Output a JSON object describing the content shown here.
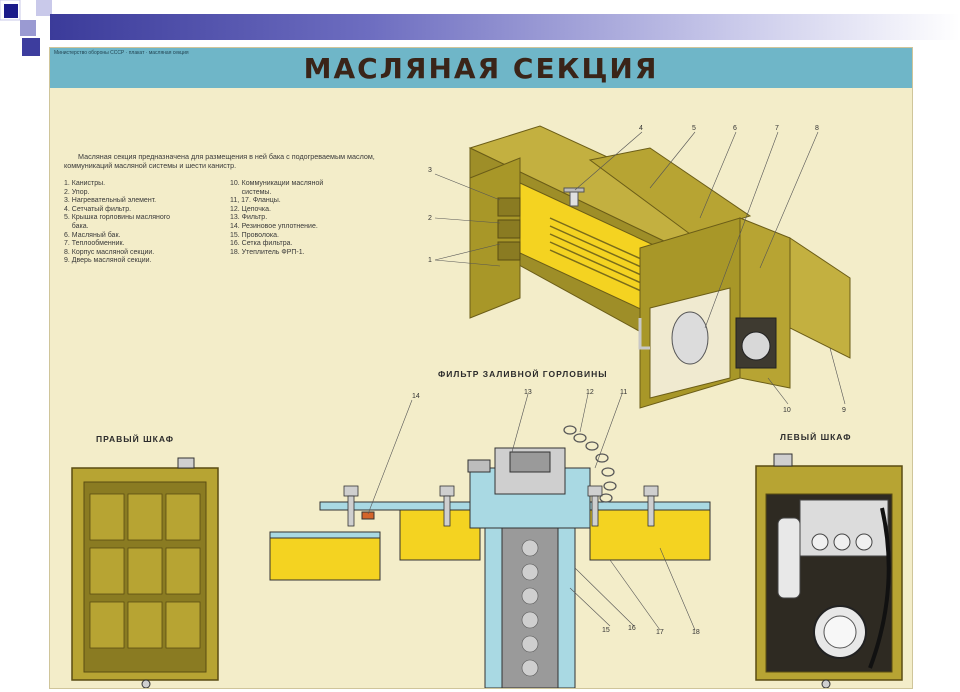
{
  "header": {
    "small_text": "Министерство обороны СССР · плакат · масляная секция",
    "title": "МАСЛЯНАЯ СЕКЦИЯ"
  },
  "intro": "Масляная секция предназначена для размещения в ней бака с подогреваемым маслом, коммуникаций масляной системы и шести канистр.",
  "legend_left": [
    "1. Канистры.",
    "2. Упор.",
    "3. Нагревательный элемент.",
    "4. Сетчатый фильтр.",
    "5. Крышка горловины масляного",
    "    бака.",
    "6. Масляный бак.",
    "7. Теплообменник.",
    "8. Корпус масляной секции.",
    "9. Дверь масляной секции."
  ],
  "legend_right": [
    "10. Коммуникации масляной",
    "      системы.",
    "11, 17. Фланцы.",
    "12. Цепочка.",
    "13. Фильтр.",
    "14. Резиновое уплотнение.",
    "15. Проволока.",
    "16. Сетка фильтра.",
    "18. Утеплитель ФРП-1."
  ],
  "sections": {
    "filter": "ФИЛЬТР ЗАЛИВНОЙ ГОРЛОВИНЫ",
    "right_cabinet": "ПРАВЫЙ ШКАФ",
    "left_cabinet": "ЛЕВЫЙ ШКАФ"
  },
  "callouts": {
    "c1": "1",
    "c2": "2",
    "c3": "3",
    "c4": "4",
    "c5": "5",
    "c6": "6",
    "c7": "7",
    "c8": "8",
    "c9": "9",
    "c10": "10",
    "c11": "11",
    "c12": "12",
    "c13": "13",
    "c14": "14",
    "c15": "15",
    "c16": "16",
    "c17": "17",
    "c18": "18"
  },
  "colors": {
    "poster_bg": "#f3edc9",
    "banner": "#6fb6c8",
    "olive": "#b7a433",
    "yellow": "#f4d321",
    "light_blue": "#a9d9e3",
    "gray": "#9a9a9a"
  }
}
